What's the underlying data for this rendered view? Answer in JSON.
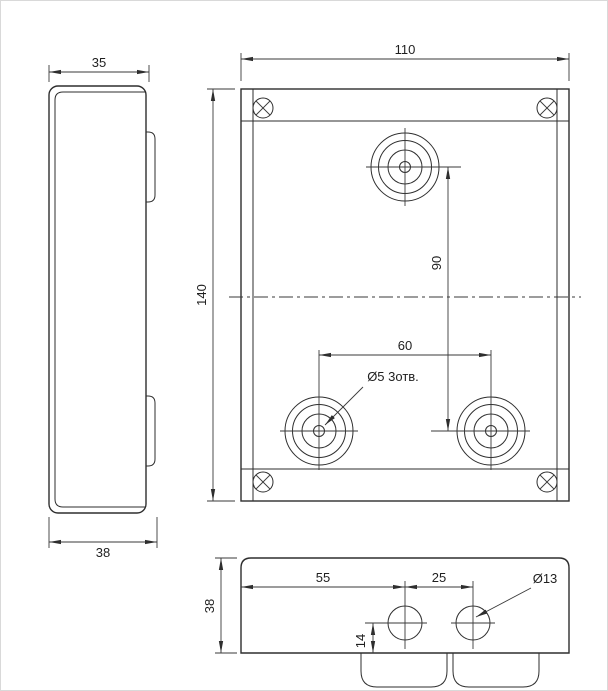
{
  "drawing": {
    "views": {
      "side": {
        "dim_width": "35",
        "dim_depth": "38"
      },
      "front": {
        "dim_width": "110",
        "dim_height": "140",
        "dim_hole_vertical": "90",
        "dim_hole_horizontal": "60",
        "hole_note": "Ø5 3отв."
      },
      "bottom": {
        "dim_height": "38",
        "dim_edge_to_hole": "55",
        "dim_hole_to_hole": "25",
        "dim_hole_from_bottom": "14",
        "hole_note": "Ø13"
      }
    },
    "line_color": "#2e2e2e"
  }
}
